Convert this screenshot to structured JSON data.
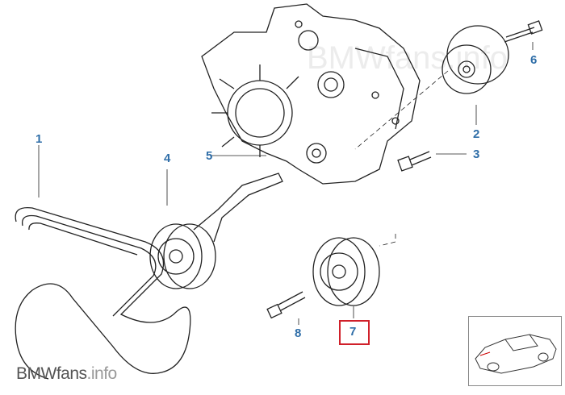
{
  "diagram": {
    "part_labels": [
      "1",
      "2",
      "3",
      "4",
      "5",
      "6",
      "7",
      "8"
    ],
    "highlighted_part": "7",
    "highlight_color": "#d0202a",
    "label_color": "#2f6ea8"
  },
  "watermark": {
    "brand": "BMW",
    "mid": "fans",
    "suffix": ".info",
    "faint": "BMWfans.info"
  }
}
